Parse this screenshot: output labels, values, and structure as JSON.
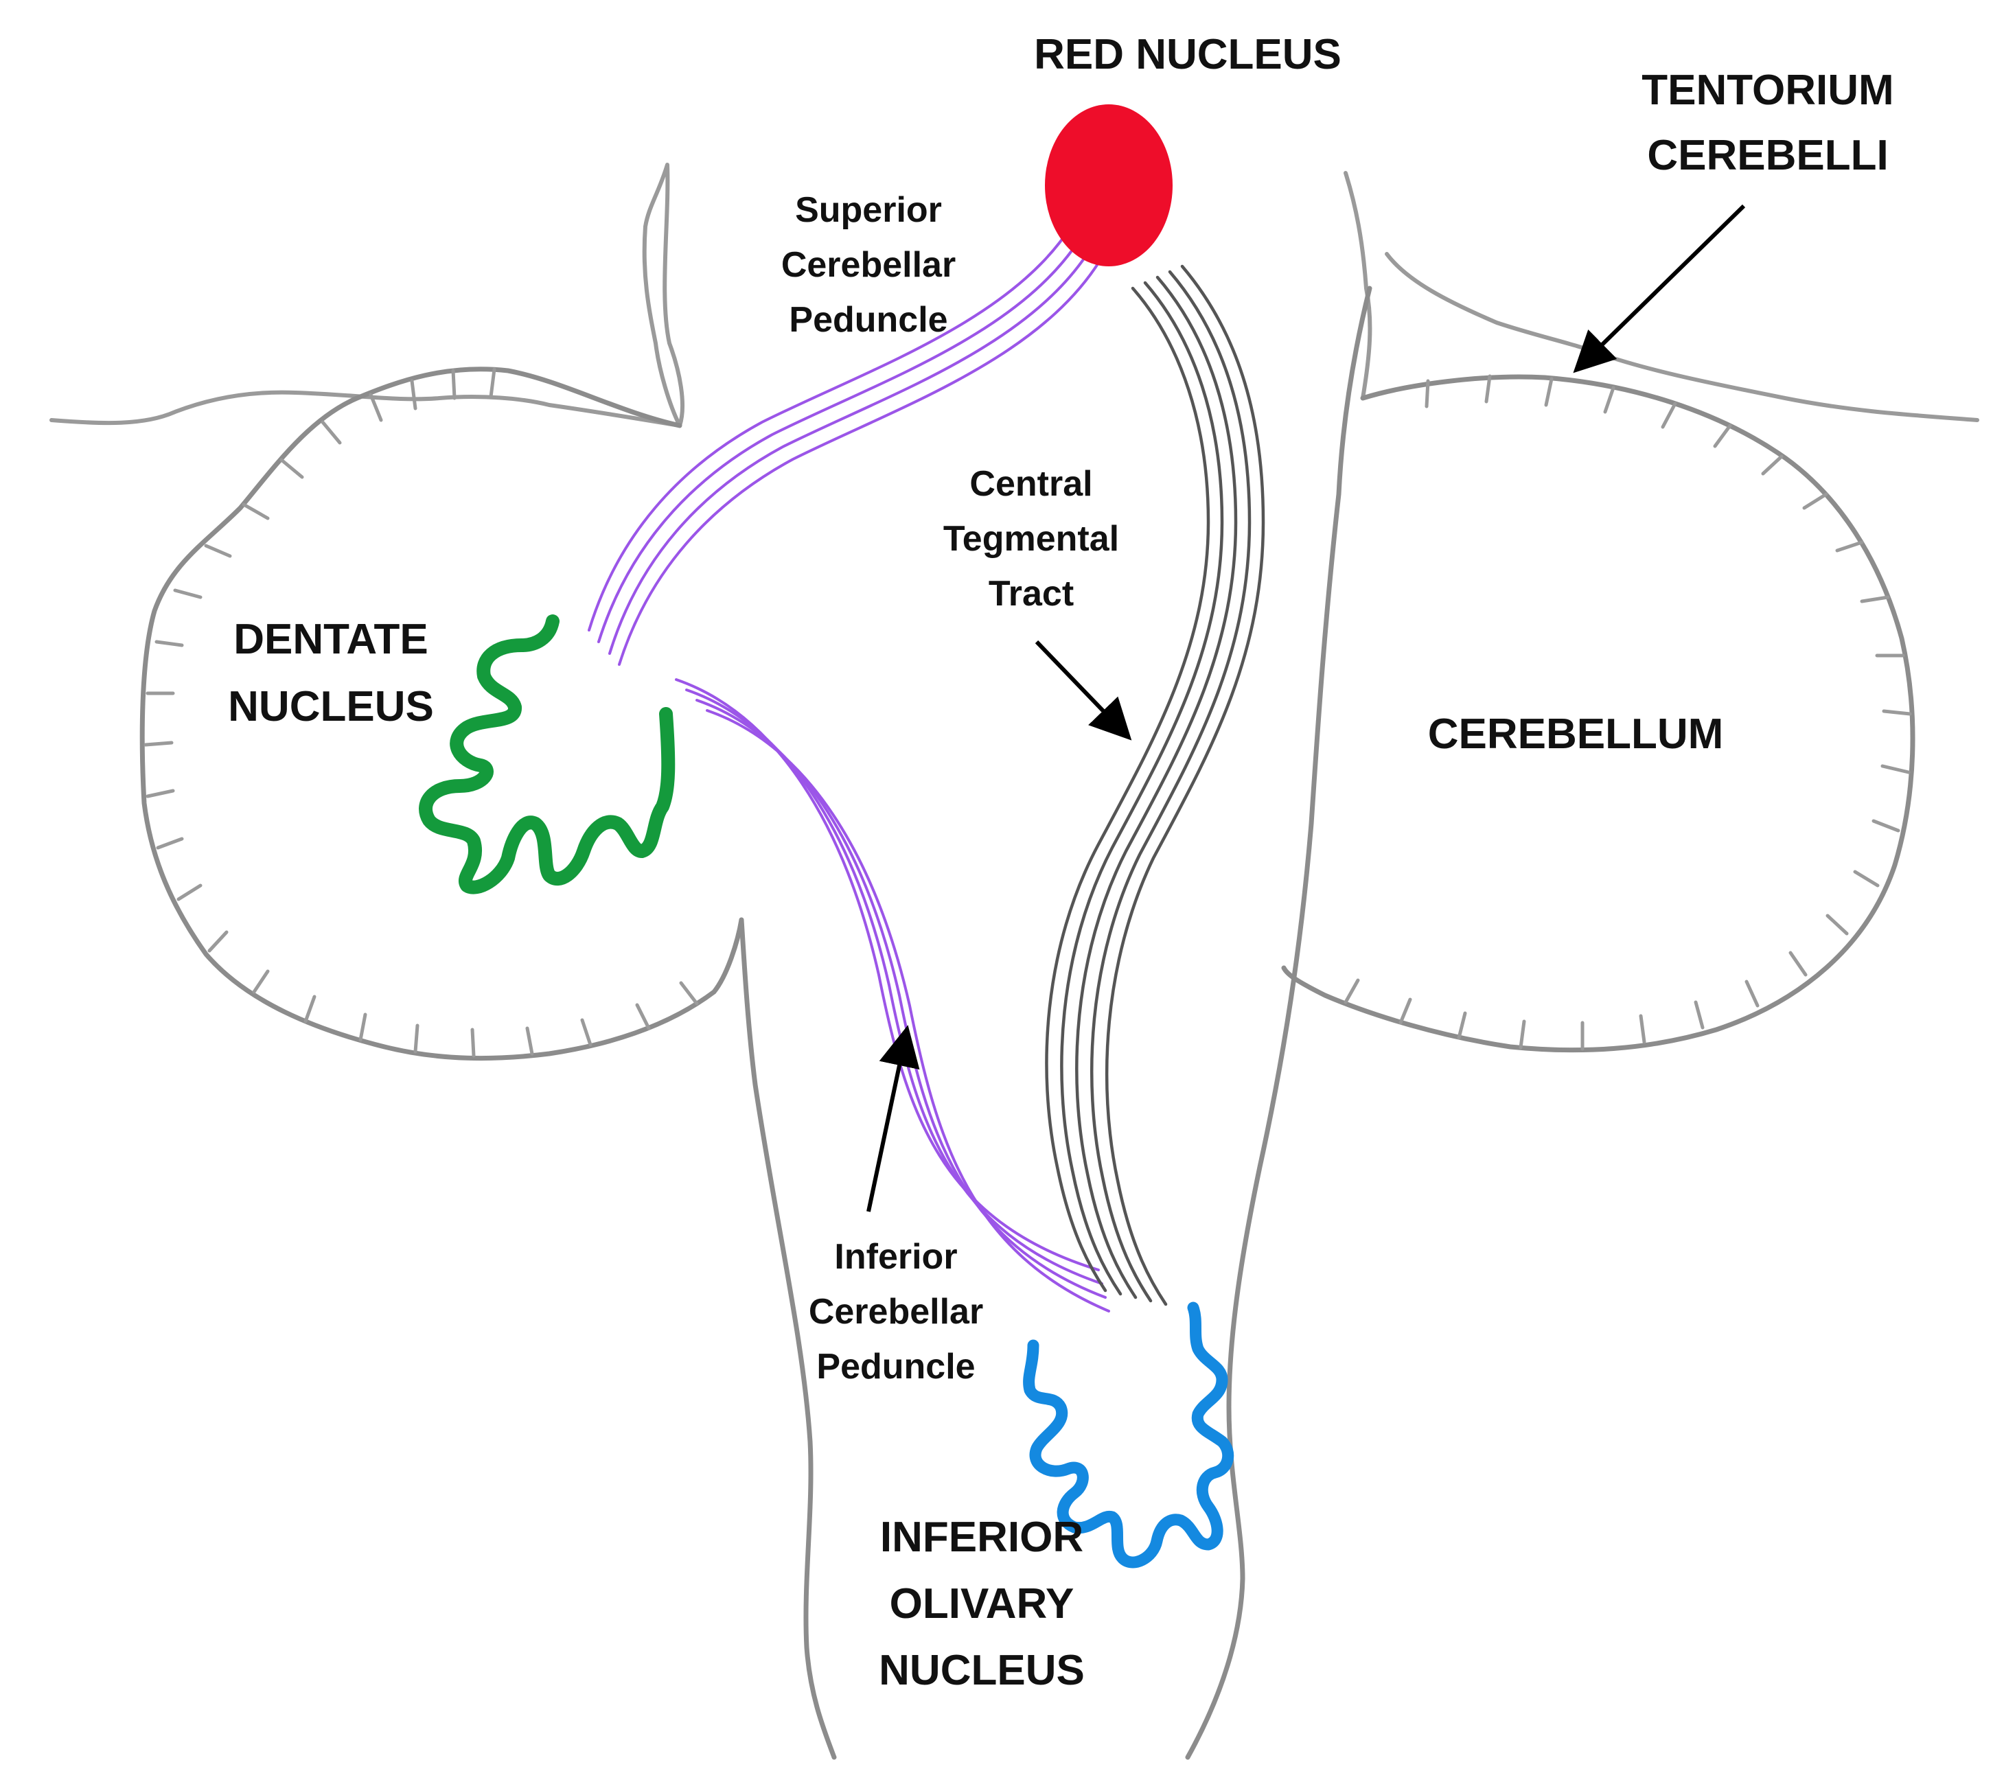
{
  "labels": {
    "red_nucleus": "RED NUCLEUS",
    "tentorium_line1": "TENTORIUM",
    "tentorium_line2": "CEREBELLI",
    "superior_line1": "Superior",
    "superior_line2": "Cerebellar",
    "superior_line3": "Peduncle",
    "central_line1": "Central",
    "central_line2": "Tegmental",
    "central_line3": "Tract",
    "dentate_line1": "DENTATE",
    "dentate_line2": "NUCLEUS",
    "cerebellum": "CEREBELLUM",
    "inferior_ped_line1": "Inferior",
    "inferior_ped_line2": "Cerebellar",
    "inferior_ped_line3": "Peduncle",
    "olivary_line1": "INFERIOR",
    "olivary_line2": "OLIVARY",
    "olivary_line3": "NUCLEUS"
  },
  "colors": {
    "red_nucleus": "#ee0d2a",
    "dentate_nucleus": "#149a3c",
    "inferior_olivary_nucleus": "#1489e0",
    "cerebellar_peduncle_fibers": "#9b55e8",
    "central_tegmental_tract": "#555555",
    "outline": "#8c8c8c"
  }
}
